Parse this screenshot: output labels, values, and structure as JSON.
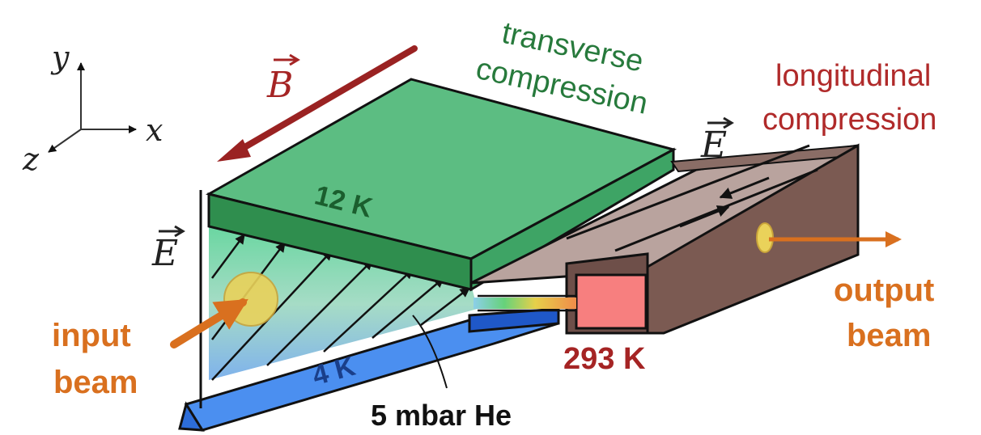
{
  "axes": {
    "y": "y",
    "x": "x",
    "z": "z"
  },
  "fields": {
    "B": "B",
    "E_left": "E",
    "E_right": "E"
  },
  "labels": {
    "transverse_1": "transverse",
    "transverse_2": "compression",
    "longitudinal_1": "longitudinal",
    "longitudinal_2": "compression",
    "temp_top": "12 K",
    "temp_bottom": "4 K",
    "temp_room": "293 K",
    "gas": "5 mbar He",
    "input_1": "input",
    "input_2": "beam",
    "output_1": "output",
    "output_2": "beam"
  },
  "colors": {
    "green_top": "#5cbd82",
    "green_side": "#2f8e4e",
    "blue_plate": "#4b8ff0",
    "blue_dark": "#1f58c8",
    "brown_side": "#7b5a52",
    "brown_top": "#b9a39e",
    "label_red": "#a52424",
    "label_orange": "#d9701f",
    "label_green": "#277a3c",
    "pink_chamber": "#f77f7f",
    "beam_yellow": "#ead25a"
  }
}
